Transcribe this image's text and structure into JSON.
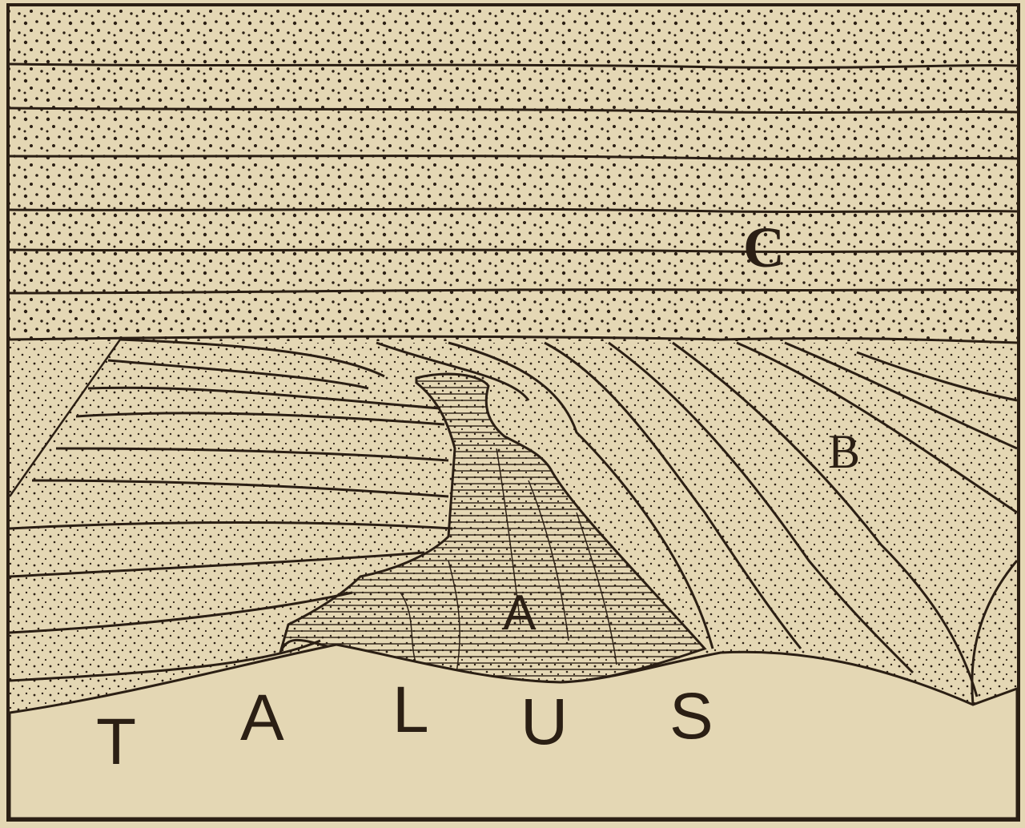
{
  "diagram": {
    "type": "geological cross-section",
    "colors": {
      "paper": "#e4d7b4",
      "ink": "#2b1f14"
    },
    "labels": {
      "stratum_c": "C",
      "stratum_b": "B",
      "intrusion_a": "A",
      "talus": [
        "T",
        "A",
        "L",
        "U",
        "S"
      ]
    },
    "regions": [
      {
        "id": "C",
        "description": "Horizontal stippled sandstone strata (upper)"
      },
      {
        "id": "B",
        "description": "Tilted/folded stippled strata below unconformity"
      },
      {
        "id": "A",
        "description": "Hatched intrusive mass with cracks"
      },
      {
        "id": "talus",
        "description": "Talus slope at base"
      }
    ]
  }
}
